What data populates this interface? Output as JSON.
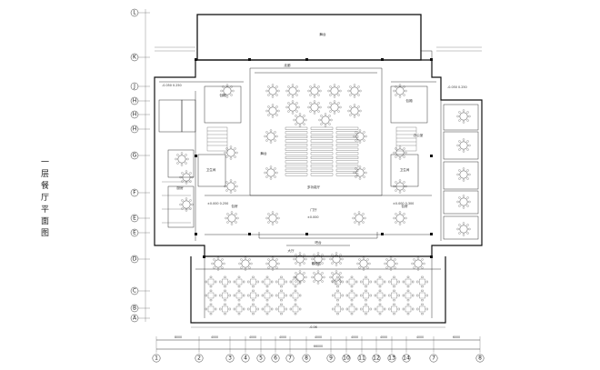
{
  "drawing": {
    "title_chars": [
      "一",
      "层",
      "餐",
      "厅",
      "平",
      "面",
      "图"
    ]
  },
  "axes": {
    "rows": [
      "L",
      "K",
      "J",
      "H",
      "H",
      "H",
      "G",
      "F",
      "E",
      "E",
      "D",
      "C",
      "B",
      "A"
    ],
    "columns": [
      "1",
      "2",
      "3",
      "4",
      "5",
      "6",
      "7",
      "8",
      "9",
      "10",
      "11",
      "12",
      "13",
      "14",
      "7",
      "8"
    ]
  },
  "dimensions": {
    "segments": [
      "8000",
      "4000",
      "4000",
      "4000",
      "4000",
      "4000",
      "4000",
      "4000",
      "4000",
      "4000",
      "4000",
      "6000"
    ],
    "total": "66000"
  },
  "rooms": {
    "top_hall": "舞台",
    "stage_left": "舞台",
    "main_hall": "多功能厅",
    "corridor": "走廊",
    "hall_left": "包厢",
    "hall_right": "包厢",
    "bar": "吧台",
    "lobby": "门厅",
    "kitchen": "厨房",
    "toilet_l": "卫生间",
    "toilet_r": "卫生间",
    "office": "办公室",
    "vip_l": "包房",
    "vip_r": "包房",
    "front_hall": "大厅",
    "terrace": "散座区"
  },
  "levels": {
    "lv1": "-0.050 0.250",
    "lv2": "±0.000 0.250",
    "lv3": "±0.000",
    "lv4": "-0.050 0.250",
    "lv5": "±0.000 0.300",
    "lv6": "-0.06"
  }
}
